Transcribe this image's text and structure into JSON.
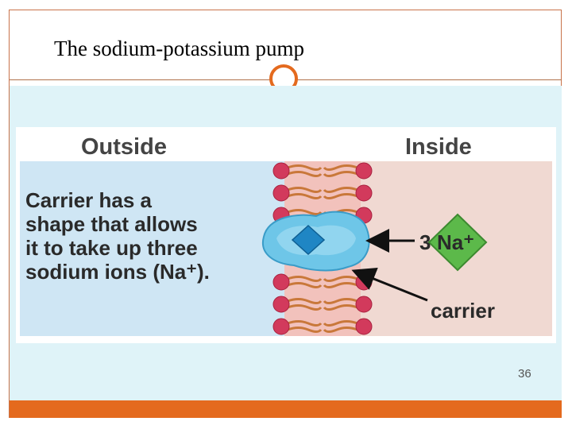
{
  "slide": {
    "title": "The sodium-potassium pump",
    "page_number": "36"
  },
  "figure": {
    "outside_label": "Outside",
    "inside_label": "Inside",
    "caption_lines": [
      "Carrier has a",
      "shape that allows",
      "it to take up three",
      "sodium ions (Na⁺)."
    ],
    "ion_count": "3",
    "ion_label": "Na⁺",
    "carrier_label": "carrier"
  },
  "colors": {
    "accent": "#e46a1e",
    "outside_fluid": "#cfe6f4",
    "inside_fluid": "#f0d9d2",
    "membrane_head": "#d23a5c",
    "membrane_tail": "#c9783a",
    "carrier_protein": "#6ec6e8",
    "sodium_ion": "#5cb94a"
  },
  "icons": [
    "title-circle-icon",
    "sodium-ion-diamond-icon",
    "arrow-icon"
  ]
}
